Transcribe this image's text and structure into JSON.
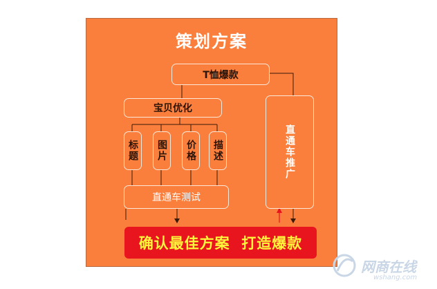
{
  "diagram": {
    "title": "策划方案",
    "root": "T恤爆款",
    "optimize": "宝贝优化",
    "children": [
      "标题",
      "图片",
      "价格",
      "描述"
    ],
    "test": "直通车测试",
    "promo": "直通车推广",
    "banner": "确认最佳方案  打造爆款"
  },
  "colors": {
    "background": "#fb7f3c",
    "banner": "#e8141e",
    "banner_text": "#fff53a",
    "arrow_red": "#e8141e",
    "line_dark": "#3a1a08"
  },
  "watermark": {
    "text": "网商在线",
    "url": "wshang.com"
  }
}
